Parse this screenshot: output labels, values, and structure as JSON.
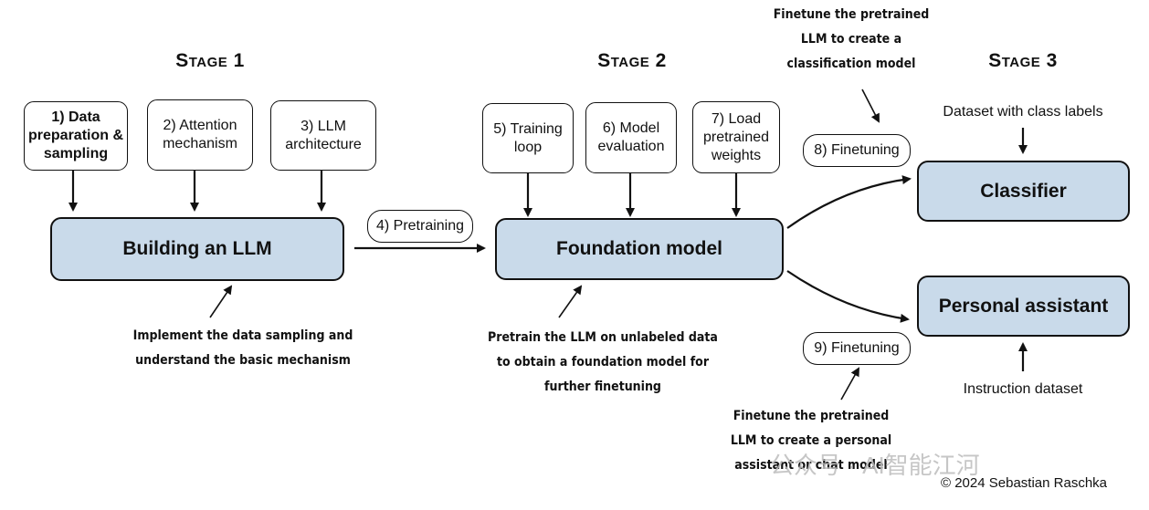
{
  "stages": {
    "stage1": "Stage 1",
    "stage2": "Stage 2",
    "stage3": "Stage 3"
  },
  "steps": {
    "s1": "1) Data preparation & sampling",
    "s2": "2) Attention mechanism",
    "s3": "3) LLM architecture",
    "s4": "4) Pretraining",
    "s5": "5) Training loop",
    "s6": "6) Model evaluation",
    "s7": "7) Load pretrained weights",
    "s8": "8) Finetuning",
    "s9": "9) Finetuning"
  },
  "main_boxes": {
    "building": "Building an LLM",
    "foundation": "Foundation model",
    "classifier": "Classifier",
    "assistant": "Personal assistant"
  },
  "notes": {
    "stage1_note": "Implement the data sampling and understand the basic mechanism",
    "stage2_note": "Pretrain the LLM on unlabeled data to obtain a foundation model for further finetuning",
    "classify_note": "Finetune the pretrained LLM to create a classification model",
    "assistant_note": "Finetune the pretrained LLM to create a personal assistant or chat model"
  },
  "inputs": {
    "class_dataset": "Dataset with class labels",
    "instruction_dataset": "Instruction dataset"
  },
  "watermark": "公众号 · AI智能江河",
  "copyright": "© 2024 Sebastian Raschka",
  "colors": {
    "main_box_fill": "#c9daea",
    "stroke": "#111111"
  }
}
